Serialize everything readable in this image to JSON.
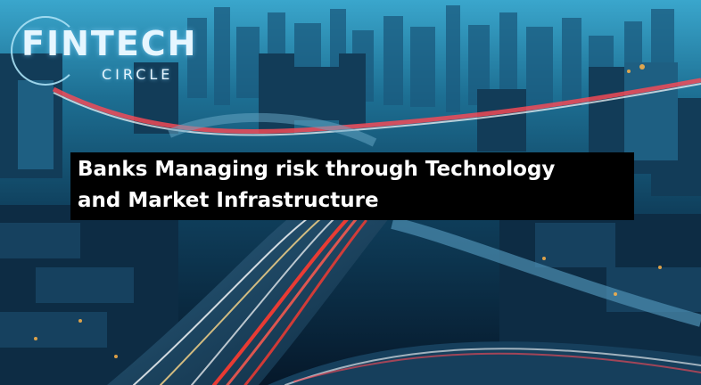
{
  "logo": {
    "main": "FINTECH",
    "sub": "CIRCLE"
  },
  "headline": {
    "line1": "Banks Managing risk through Technology",
    "line2": "and Market Infrastructure"
  },
  "colors": {
    "headline_bg": "#000000",
    "headline_text": "#ffffff",
    "logo_text": "#e6f6ff",
    "sky": "#2a8fb5",
    "traffic_red": "#ff3b30",
    "traffic_white": "#ffffff"
  }
}
